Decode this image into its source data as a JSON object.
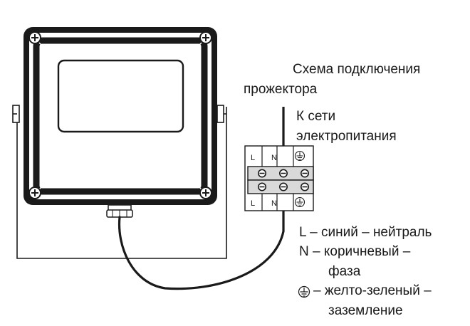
{
  "title": "Схема подключения прожектора",
  "title_lines": [
    "Схема подключения",
    "прожектора"
  ],
  "mains_label_lines": [
    "К сети",
    "электропитания"
  ],
  "terminal_block": {
    "top_labels": [
      "L",
      "N",
      "ground-symbol"
    ],
    "bottom_labels": [
      "L",
      "N",
      "ground-symbol"
    ]
  },
  "legend": {
    "l_line": "L – синий – нейтраль",
    "n_line_1": "N – коричневый –",
    "n_line_2": "фаза",
    "ground_line_1": "– желто-зеленый –",
    "ground_line_2": "заземление"
  },
  "icons": [
    "ground-icon",
    "screw-icon",
    "cable-gland-icon",
    "floodlight-icon"
  ],
  "colors": {
    "stroke": "#1a1a1a",
    "fill_light": "#d9d9d9",
    "fill_dark": "#333333"
  }
}
